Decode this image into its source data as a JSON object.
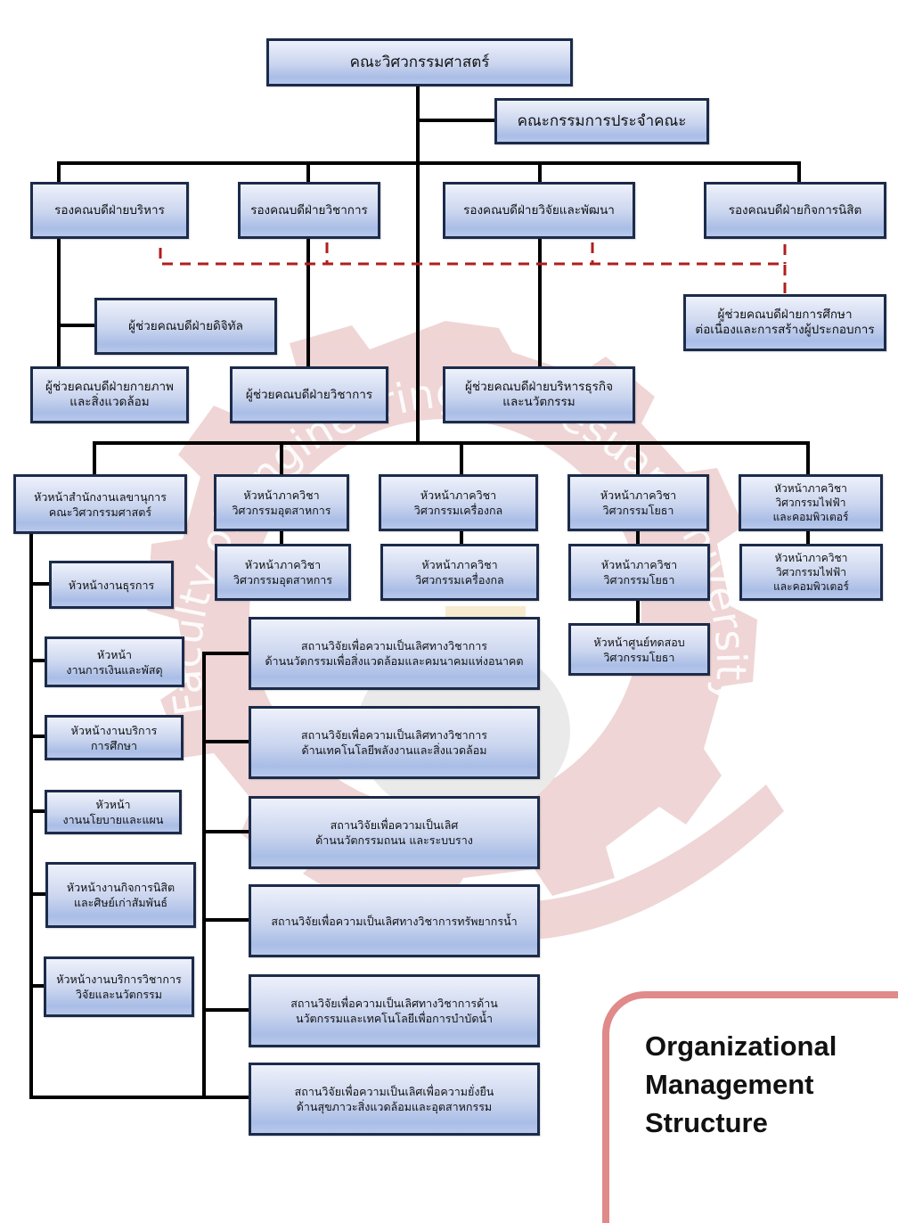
{
  "title": {
    "lines": [
      "Organizational",
      "Management",
      "Structure"
    ]
  },
  "watermark": {
    "text": "Faculty of Engineering, Naresuan University"
  },
  "colors": {
    "box_border": "#1c2b4a",
    "line": "#000000",
    "dashed_line": "#b01e1e",
    "panel_border": "#e08a8a",
    "watermark": "#e9c9c9"
  },
  "nodes": {
    "faculty": "คณะวิศวกรรมศาสตร์",
    "committee": "คณะกรรมการประจำคณะ",
    "vd_admin": "รองคณบดีฝ่ายบริหาร",
    "vd_academic": "รองคณบดีฝ่ายวิชาการ",
    "vd_research": "รองคณบดีฝ่ายวิจัยและพัฒนา",
    "vd_student": "รองคณบดีฝ่ายกิจการนิสิต",
    "ad_digital": "ผู้ช่วยคณบดีฝ่ายดิจิทัล",
    "ad_physical": "ผู้ช่วยคณบดีฝ่ายกายภาพ\nและสิ่งแวดล้อม",
    "ad_academic": "ผู้ช่วยคณบดีฝ่ายวิชาการ",
    "ad_business": "ผู้ช่วยคณบดีฝ่ายบริหารธุรกิจ\nและนวัตกรรม",
    "ad_continuing": "ผู้ช่วยคณบดีฝ่ายการศึกษา\nต่อเนื่องและการสร้างผู้ประกอบการ",
    "secretary_office": "หัวหน้าสำนักงานเลขานุการ\nคณะวิศวกรรมศาสตร์",
    "dept_ie_1": "หัวหน้าภาควิชา\nวิศวกรรมอุตสาหการ",
    "dept_ie_2": "หัวหน้าภาควิชา\nวิศวกรรมอุตสาหการ",
    "dept_me_1": "หัวหน้าภาควิชา\nวิศวกรรมเครื่องกล",
    "dept_me_2": "หัวหน้าภาควิชา\nวิศวกรรมเครื่องกล",
    "dept_ce_1": "หัวหน้าภาควิชา\nวิศวกรรมโยธา",
    "dept_ce_2": "หัวหน้าภาควิชา\nวิศวกรรมโยธา",
    "ce_test_center": "หัวหน้าศูนย์ทดสอบ\nวิศวกรรมโยธา",
    "dept_ee_1": "หัวหน้าภาควิชา\nวิศวกรรมไฟฟ้า\nและคอมพิวเตอร์",
    "dept_ee_2": "หัวหน้าภาควิชา\nวิศวกรรมไฟฟ้า\nและคอมพิวเตอร์",
    "unit_general": "หัวหน้างานธุรการ",
    "unit_finance": "หัวหน้า\nงานการเงินและพัสดุ",
    "unit_education": "หัวหน้างานบริการ\nการศึกษา",
    "unit_policy": "หัวหน้า\nงานนโยบายและแผน",
    "unit_student": "หัวหน้างานกิจการนิสิต\nและศิษย์เก่าสัมพันธ์",
    "unit_research_service": "หัวหน้างานบริการวิชาการ\nวิจัยและนวัตกรรม",
    "rc_1": "สถานวิจัยเพื่อความเป็นเลิศทางวิชาการ\nด้านนวัตกรรมเพื่อสิ่งแวดล้อมและคมนาคมแห่งอนาคต",
    "rc_2": "สถานวิจัยเพื่อความเป็นเลิศทางวิชาการ\nด้านเทคโนโลยีพลังงานและสิ่งแวดล้อม",
    "rc_3": "สถานวิจัยเพื่อความเป็นเลิศ\nด้านนวัตกรรมถนน และระบบราง",
    "rc_4": "สถานวิจัยเพื่อความเป็นเลิศทางวิชาการทรัพยากรน้ำ",
    "rc_5": "สถานวิจัยเพื่อความเป็นเลิศทางวิชาการด้าน\nนวัตกรรมและเทคโนโลยีเพื่อการบำบัดน้ำ",
    "rc_6": "สถานวิจัยเพื่อความเป็นเลิศเพื่อความยั่งยืน\nด้านสุขภาวะสิ่งแวดล้อมและอุตสาหกรรม"
  }
}
